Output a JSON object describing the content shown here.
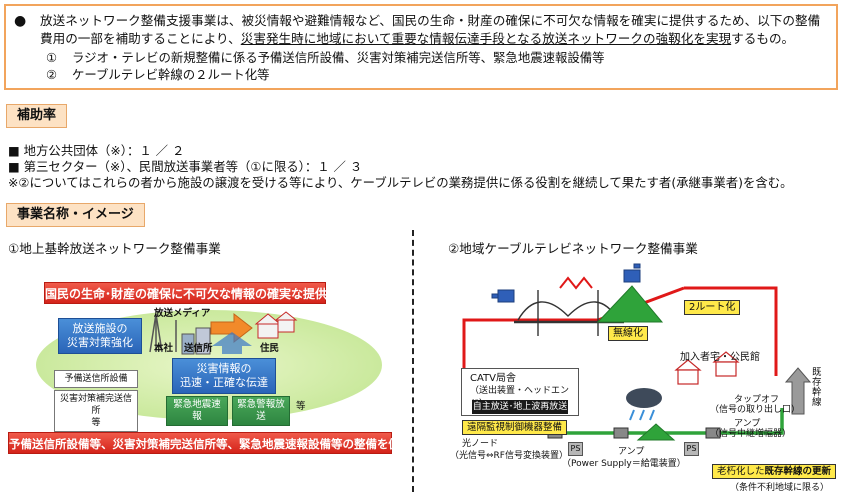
{
  "summary": {
    "bullet": "●",
    "line1_pre": "放送ネットワーク整備支援事業は、被災情報や避難情報など、国民の生命・財産の確保に不可欠な情報を確実に提供するため、以下の整備費用の一部を補助することにより、",
    "line1_ul": "災害発生時に地域において重要な情報伝達手段となる放送ネットワークの強靱化を実現",
    "line1_post": "するもの。",
    "items": [
      {
        "num": "①",
        "text": "ラジオ・テレビの新規整備に係る予備送信所設備、災害対策補完送信所等、緊急地震速報設備等"
      },
      {
        "num": "②",
        "text": "ケーブルテレビ幹線の２ルート化等"
      }
    ]
  },
  "subsidy": {
    "label": "補助率",
    "lines": [
      "■ 地方公共団体（※）：１ ／ ２",
      "■ 第三セクター（※）、民間放送事業者等（①に限る）：１ ／ ３",
      "※②についてはこれらの者から施設の譲渡を受ける等により、ケーブルテレビの業務提供に係る役割を継続して果たす者(承継事業者)を含む。"
    ]
  },
  "project": {
    "label": "事業名称・イメージ",
    "left_title": "①地上基幹放送ネットワーク整備事業",
    "right_title": "②地域ケーブルテレビネットワーク整備事業"
  },
  "fig_left": {
    "banner_top": "国民の生命･財産の確保に不可欠な情報の確実な提供",
    "media": "放送メディア",
    "box_strengthen": [
      "放送施設の",
      "災害対策強化"
    ],
    "honsha": "本社",
    "sousinjo": "送信所",
    "jumin": "住民",
    "box_info": [
      "災害情報の",
      "迅速・正確な伝達"
    ],
    "white1": "予備送信所設備",
    "white2": [
      "災害対策補完送信所",
      "等"
    ],
    "green1": "緊急地震速報",
    "green2": "緊急警報放送",
    "nado": "等",
    "banner_bottom": "予備送信所設備等、災害対策補完送信所等、緊急地震速報設備等の整備を促進"
  },
  "fig_right": {
    "two_route": "2ルート化",
    "wireless": "無線化",
    "homes": "加入者宅・公民館",
    "catv_title": "CATV局舎",
    "catv_sub": "（送出装置・ヘッドエンド）",
    "catv_inner": "自主放送･地上波再放送",
    "remote": "遠隔監視制御機器整備",
    "optical_node": "光ノード",
    "optical_node_sub": "（光信号⇔RF信号変換装置）",
    "ps": "PS",
    "power": "（Power Supply＝給電装置）",
    "amp": "アンプ",
    "amp_sub": "（信号中継増幅器）",
    "tapoff": "タップオフ",
    "tapoff_sub": "（信号の取り出し口）",
    "existing": "既存幹線",
    "update_pre": "老朽化した",
    "update_main": "既存幹線の更新",
    "update_sub": "（条件不利地域に限る）"
  }
}
